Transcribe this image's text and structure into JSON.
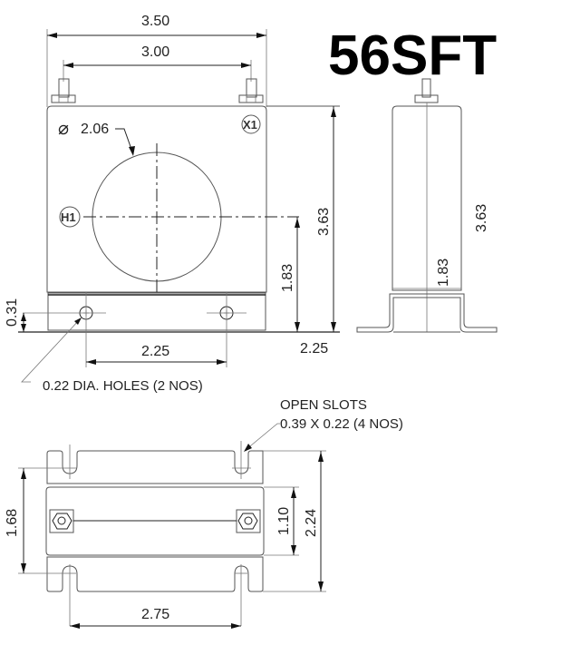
{
  "title": "56SFT",
  "front_view": {
    "overall_width": "3.50",
    "terminal_spacing": "3.00",
    "window_diameter_symbol": "⌀",
    "window_diameter": "2.06",
    "terminal_primary": "H1",
    "terminal_secondary": "X1",
    "overall_height": "3.63",
    "center_height": "1.83",
    "hole_height": "0.31",
    "hole_spacing": "2.25",
    "holes_note": "0.22 DIA. HOLES (2 NOS)"
  },
  "side_view": {
    "overall_height": "3.63",
    "center_height": "1.83",
    "base_depth": "2.25"
  },
  "bottom_view": {
    "slots_note_line1": "OPEN SLOTS",
    "slots_note_line2": "0.39 X 0.22 (4 NOS)",
    "slot_row_spacing": "1.68",
    "body_depth": "1.10",
    "overall_depth": "2.24",
    "slot_spacing": "2.75"
  },
  "colors": {
    "line": "#555555",
    "dimension": "#222222",
    "title": "#000000"
  }
}
